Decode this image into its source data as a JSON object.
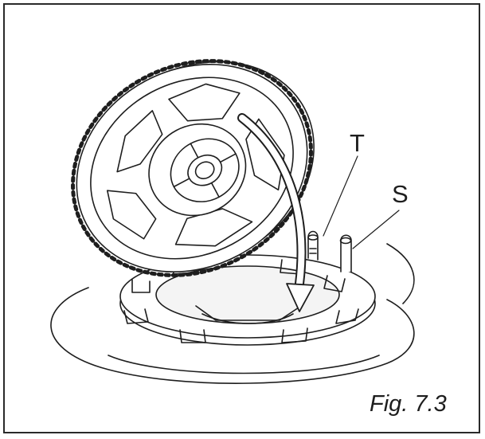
{
  "figure": {
    "caption": "Fig. 7.3",
    "callouts": {
      "t": "T",
      "s": "S"
    },
    "colors": {
      "line": "#1e1e1e",
      "background": "#ffffff",
      "shading": "#d9d9d9"
    }
  }
}
